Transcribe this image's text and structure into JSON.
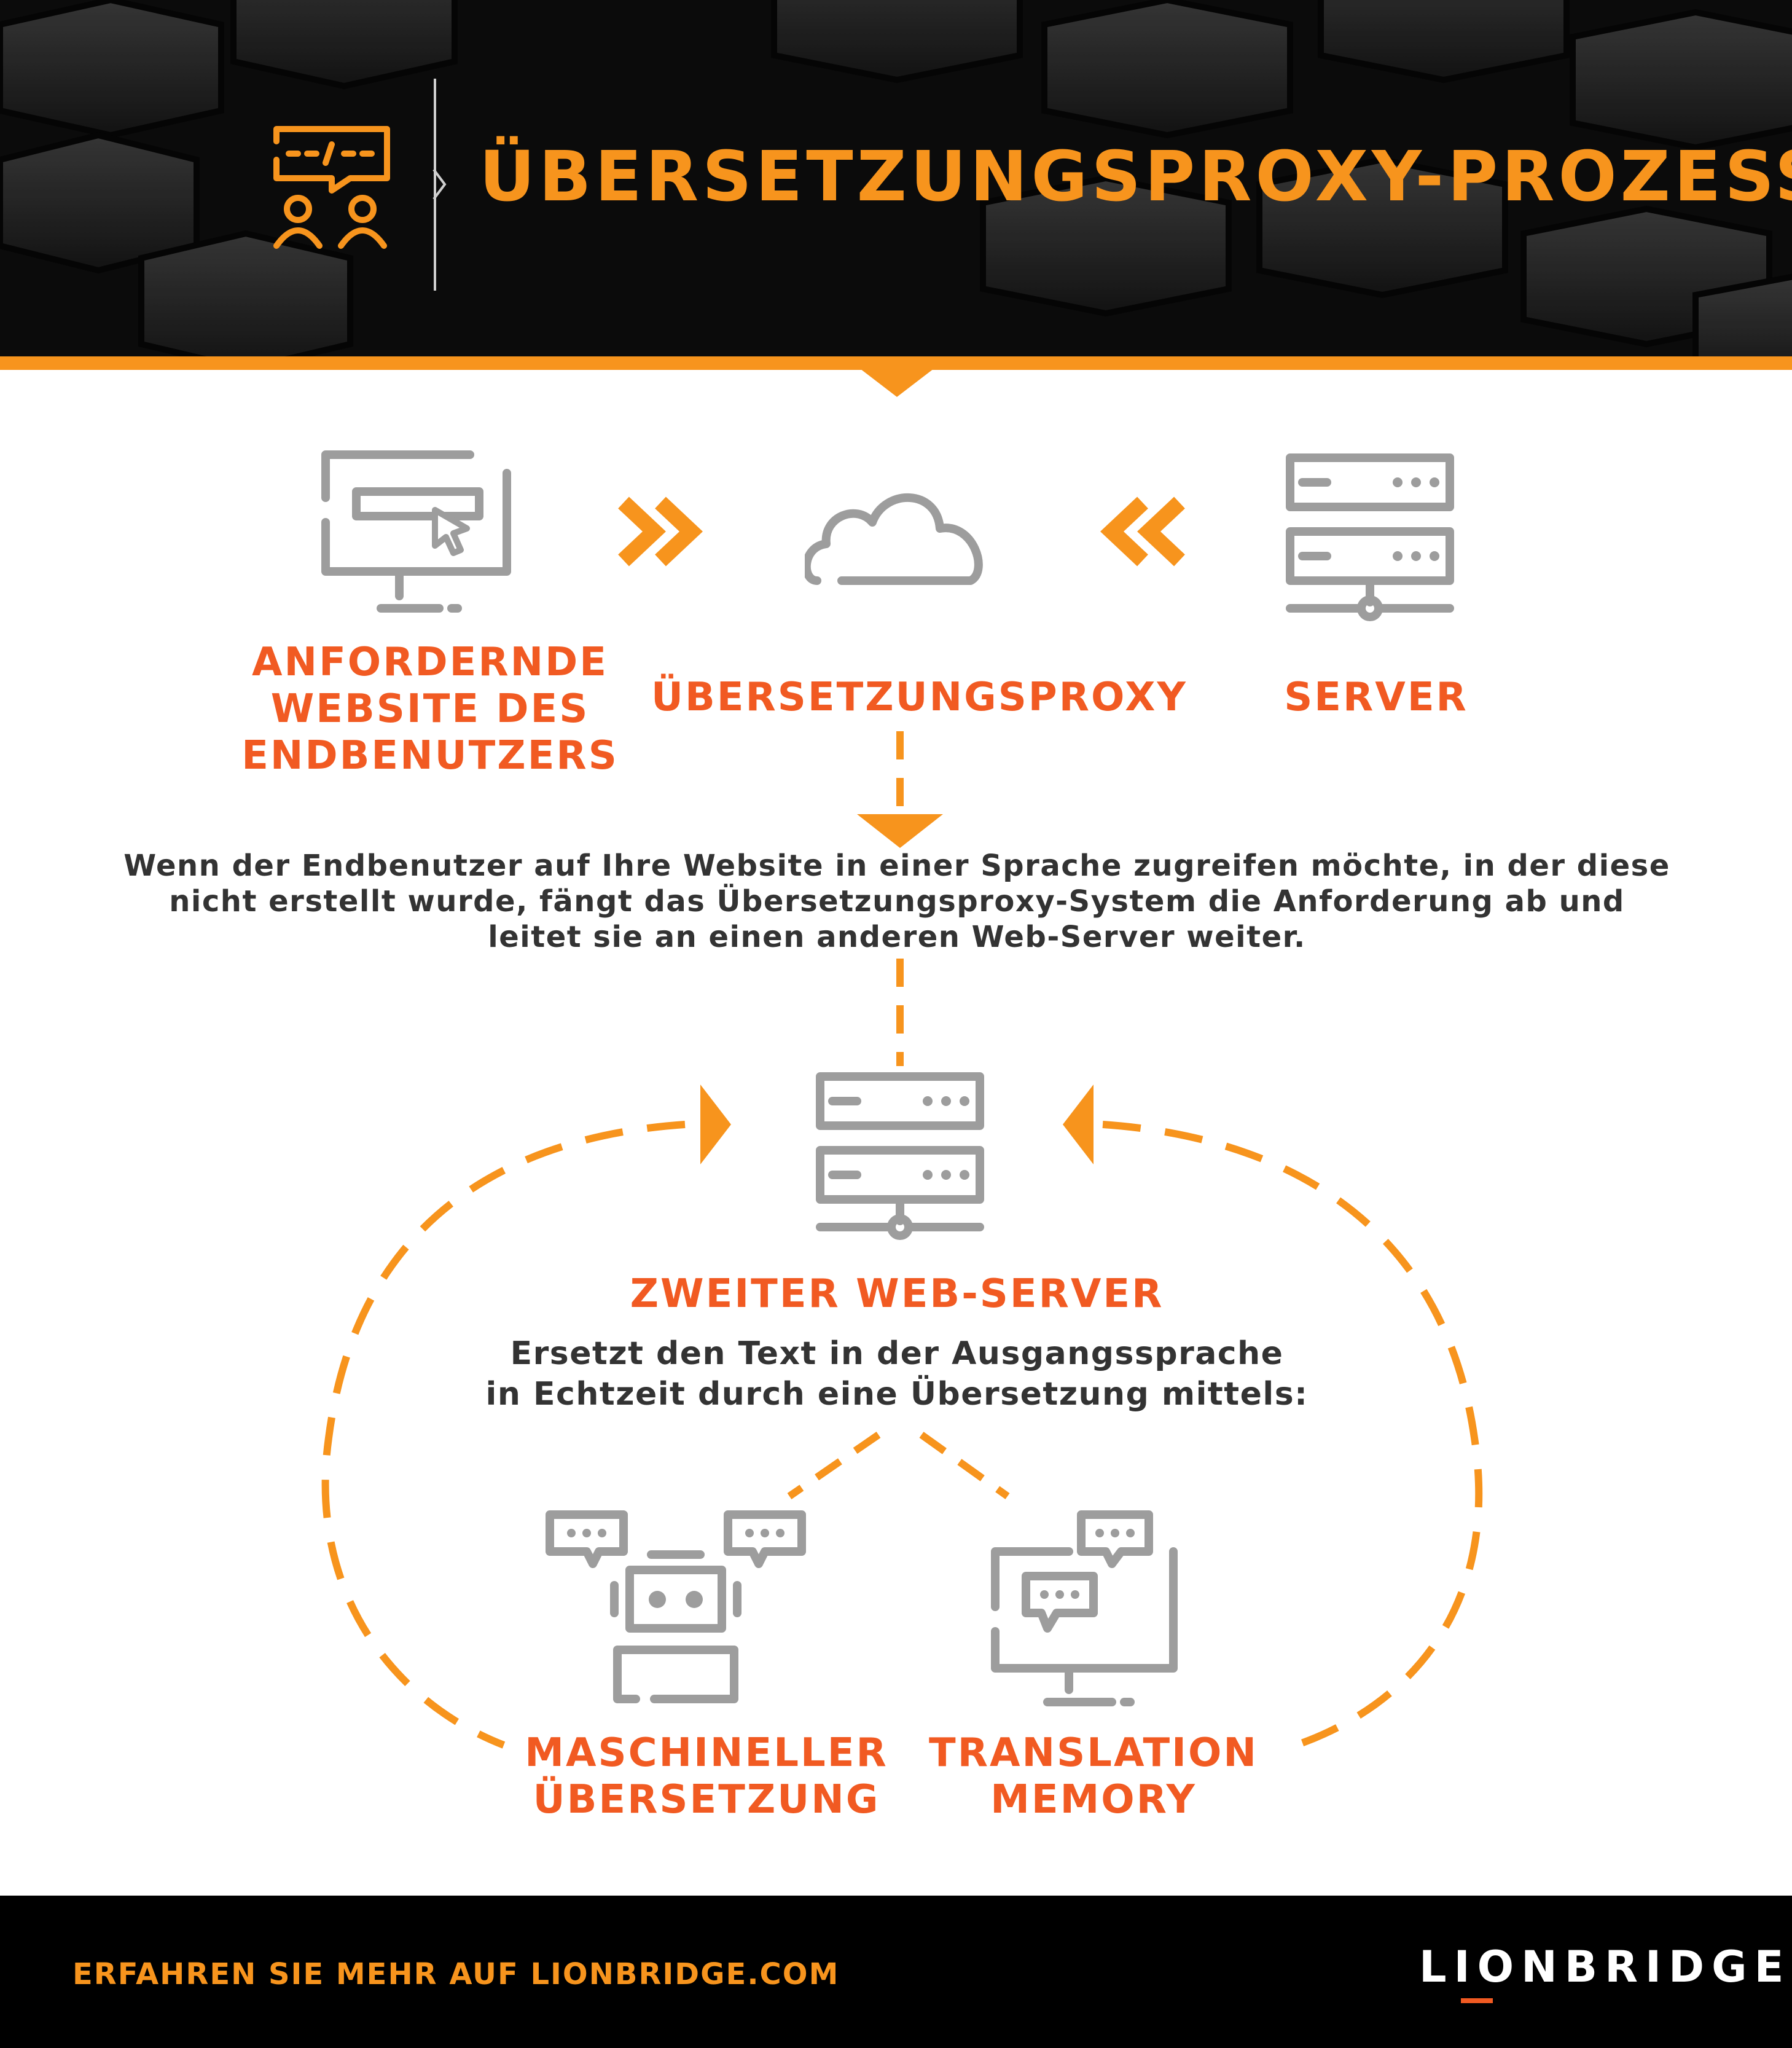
{
  "header": {
    "title": "ÜBERSETZUNGSPROXY-PROZESS",
    "icon": "translation-chat-people-icon"
  },
  "flow": {
    "end_user_label": [
      "ANFORDERNDE",
      "WEBSITE DES",
      "ENDBENUTZERS"
    ],
    "proxy_label": "ÜBERSETZUNGSPROXY",
    "server_label": "SERVER",
    "description": [
      "Wenn der Endbenutzer auf Ihre Website in einer Sprache zugreifen möchte, in der diese",
      "nicht erstellt wurde, fängt das Übersetzungsproxy-System die Anforderung ab und",
      "leitet sie an einen anderen Web-Server weiter."
    ]
  },
  "second_server": {
    "label": "ZWEITER WEB-SERVER",
    "description": [
      "Ersetzt den Text in der Ausgangssprache",
      "in Echtzeit durch eine Übersetzung mittels:"
    ]
  },
  "methods": {
    "machine_translation": [
      "MASCHINELLER",
      "ÜBERSETZUNG"
    ],
    "translation_memory": [
      "TRANSLATION",
      "MEMORY"
    ]
  },
  "footer": {
    "link_text": "ERFAHREN SIE MEHR AUF LIONBRIDGE.COM",
    "brand": "LIONBRIDGE"
  },
  "colors": {
    "orange": "#f7941d",
    "orange_red": "#f15a22",
    "icon_gray": "#9d9d9d",
    "text_dark": "#333333",
    "header_bg": "#0d0d0d"
  }
}
